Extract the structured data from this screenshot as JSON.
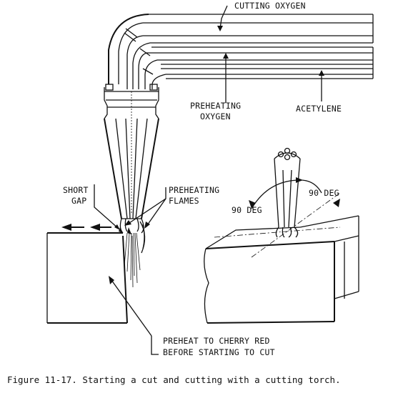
{
  "labels": {
    "cutting_oxygen": "CUTTING OXYGEN",
    "preheating_oxygen_1": "PREHEATING",
    "preheating_oxygen_2": "OXYGEN",
    "acetylene": "ACETYLENE",
    "short_gap_1": "SHORT",
    "short_gap_2": "GAP",
    "preheating_flames_1": "PREHEATING",
    "preheating_flames_2": "FLAMES",
    "deg_right": "90 DEG",
    "deg_left": "90 DEG",
    "preheat_1": "PREHEAT TO CHERRY RED",
    "preheat_2": "BEFORE STARTING TO CUT"
  },
  "caption": "Figure 11-17.  Starting a cut and cutting with a cutting torch."
}
